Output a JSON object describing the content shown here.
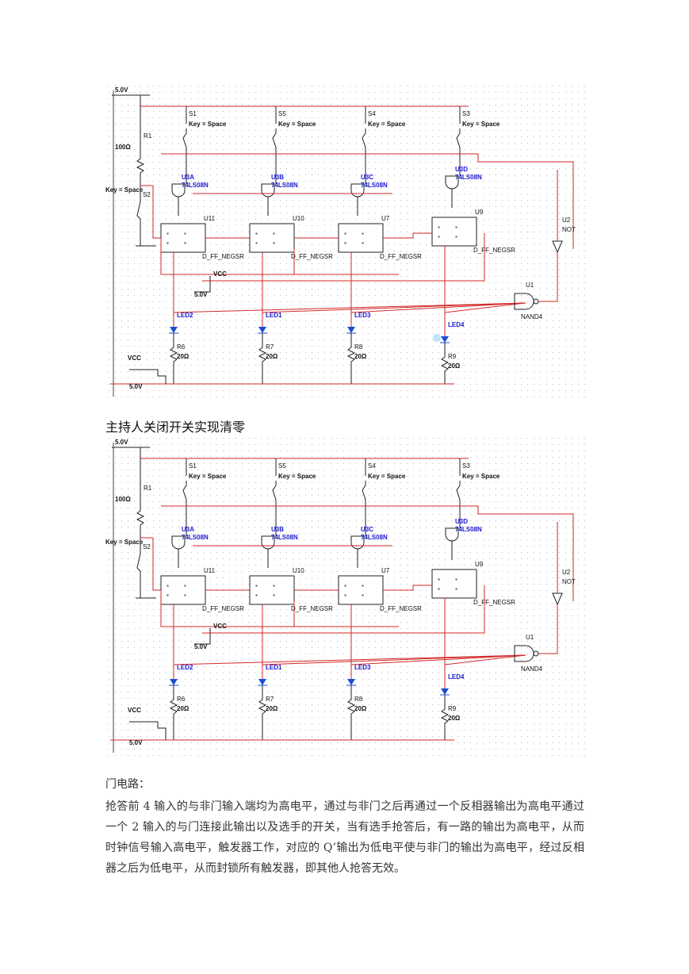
{
  "schematics": [
    {
      "supply_top": "5.0V",
      "supply_vcc": "5.0V",
      "vcc_label": "VCC",
      "vcc_label2": "VCC",
      "vcc_value": "5.0V",
      "resistor_r1": "R1",
      "resistor_r1_value": "100Ω",
      "key_s2": "Key = Space",
      "switch_s2": "S2",
      "switches": [
        {
          "name": "S1",
          "key": "Key = Space"
        },
        {
          "name": "S5",
          "key": "Key = Space"
        },
        {
          "name": "S4",
          "key": "Key = Space"
        },
        {
          "name": "S3",
          "key": "Key = Space"
        }
      ],
      "and_gates": [
        {
          "name": "U3A",
          "part": "74LS08N"
        },
        {
          "name": "U3B",
          "part": "74LS08N"
        },
        {
          "name": "U3C",
          "part": "74LS08N"
        },
        {
          "name": "U3D",
          "part": "74LS08N"
        }
      ],
      "flipflops": [
        {
          "name": "U11",
          "part": "D_FF_NEGSR"
        },
        {
          "name": "U10",
          "part": "D_FF_NEGSR"
        },
        {
          "name": "U7",
          "part": "D_FF_NEGSR"
        },
        {
          "name": "U9",
          "part": "D_FF_NEGSR"
        }
      ],
      "not_gate": {
        "name": "U2",
        "part": "NOT"
      },
      "nand_gate": {
        "name": "U1",
        "part": "NAND4"
      },
      "leds": [
        "LED2",
        "LED1",
        "LED3",
        "LED4"
      ],
      "resistors": [
        {
          "name": "R6",
          "value": "20Ω"
        },
        {
          "name": "R7",
          "value": "20Ω"
        },
        {
          "name": "R8",
          "value": "20Ω"
        },
        {
          "name": "R9",
          "value": "20Ω"
        }
      ]
    }
  ],
  "caption": "主持人关闭开关实现清零",
  "section_heading": "门电路：",
  "paragraph": "抢答前 4 输入的与非门输入端均为高电平，通过与非门之后再通过一个反相器输出为高电平通过一个 2 输入的与门连接此输出以及选手的开关，当有选手抢答后，有一路的输出为高电平，从而时钟信号输入高电平，触发器工作，对应的 Q’输出为低电平使与非门的输出为高电平，经过反相器之后为低电平，从而封锁所有触发器，即其他人抢答无效。",
  "colors": {
    "wire_red": "#d22a2a",
    "label_blue": "#1a1ad0",
    "led_blue": "#1a4fd0",
    "grid_dot": "#b8b8b8"
  }
}
